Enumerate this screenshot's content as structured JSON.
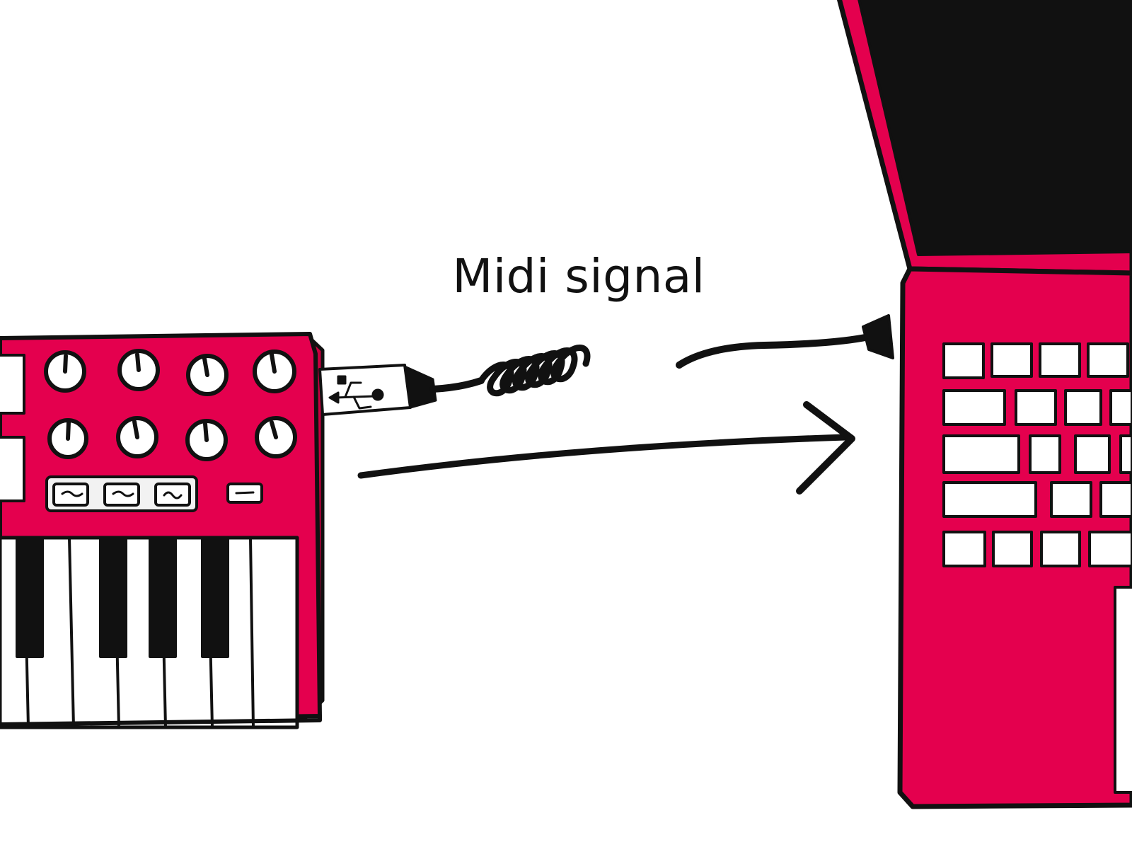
{
  "diagram": {
    "label": "Midi signal",
    "colors": {
      "device_body": "#e4004e",
      "outline": "#111111",
      "keys_white": "#ffffff",
      "background": "#ffffff"
    },
    "nodes": [
      {
        "id": "midi-keyboard",
        "icon": "midi-keyboard-controller"
      },
      {
        "id": "laptop",
        "icon": "laptop-computer"
      }
    ],
    "edges": [
      {
        "from": "midi-keyboard",
        "to": "laptop",
        "via": "usb-coiled-cable",
        "direction": "forward"
      }
    ]
  }
}
